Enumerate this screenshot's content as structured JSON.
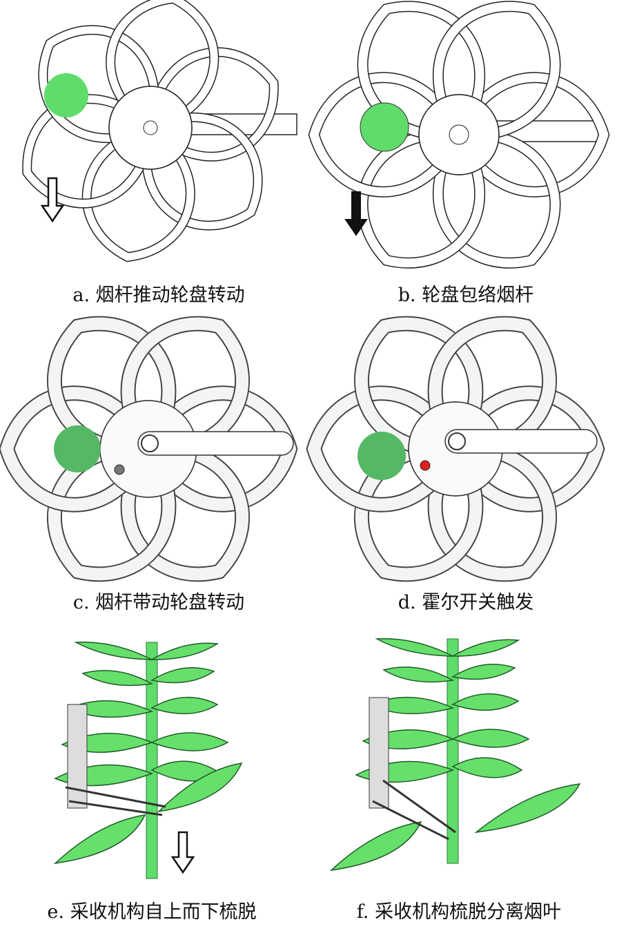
{
  "panels": [
    {
      "id": "a",
      "caption": "a. 烟杆推动轮盘转动"
    },
    {
      "id": "b",
      "caption": "b. 轮盘包络烟杆"
    },
    {
      "id": "c",
      "caption": "c. 烟杆带动轮盘转动"
    },
    {
      "id": "d",
      "caption": "d. 霍尔开关触发"
    },
    {
      "id": "e",
      "caption": "e. 采收机构自上而下梳脱"
    },
    {
      "id": "f",
      "caption": "f. 采收机构梳脱分离烟叶"
    }
  ],
  "colors": {
    "stalk": "#5fdc6a",
    "stalk_dark": "#55b865",
    "leaf": "#66e06a",
    "leaf_dark": "#1f5a2a",
    "sensor": "#e02020"
  }
}
